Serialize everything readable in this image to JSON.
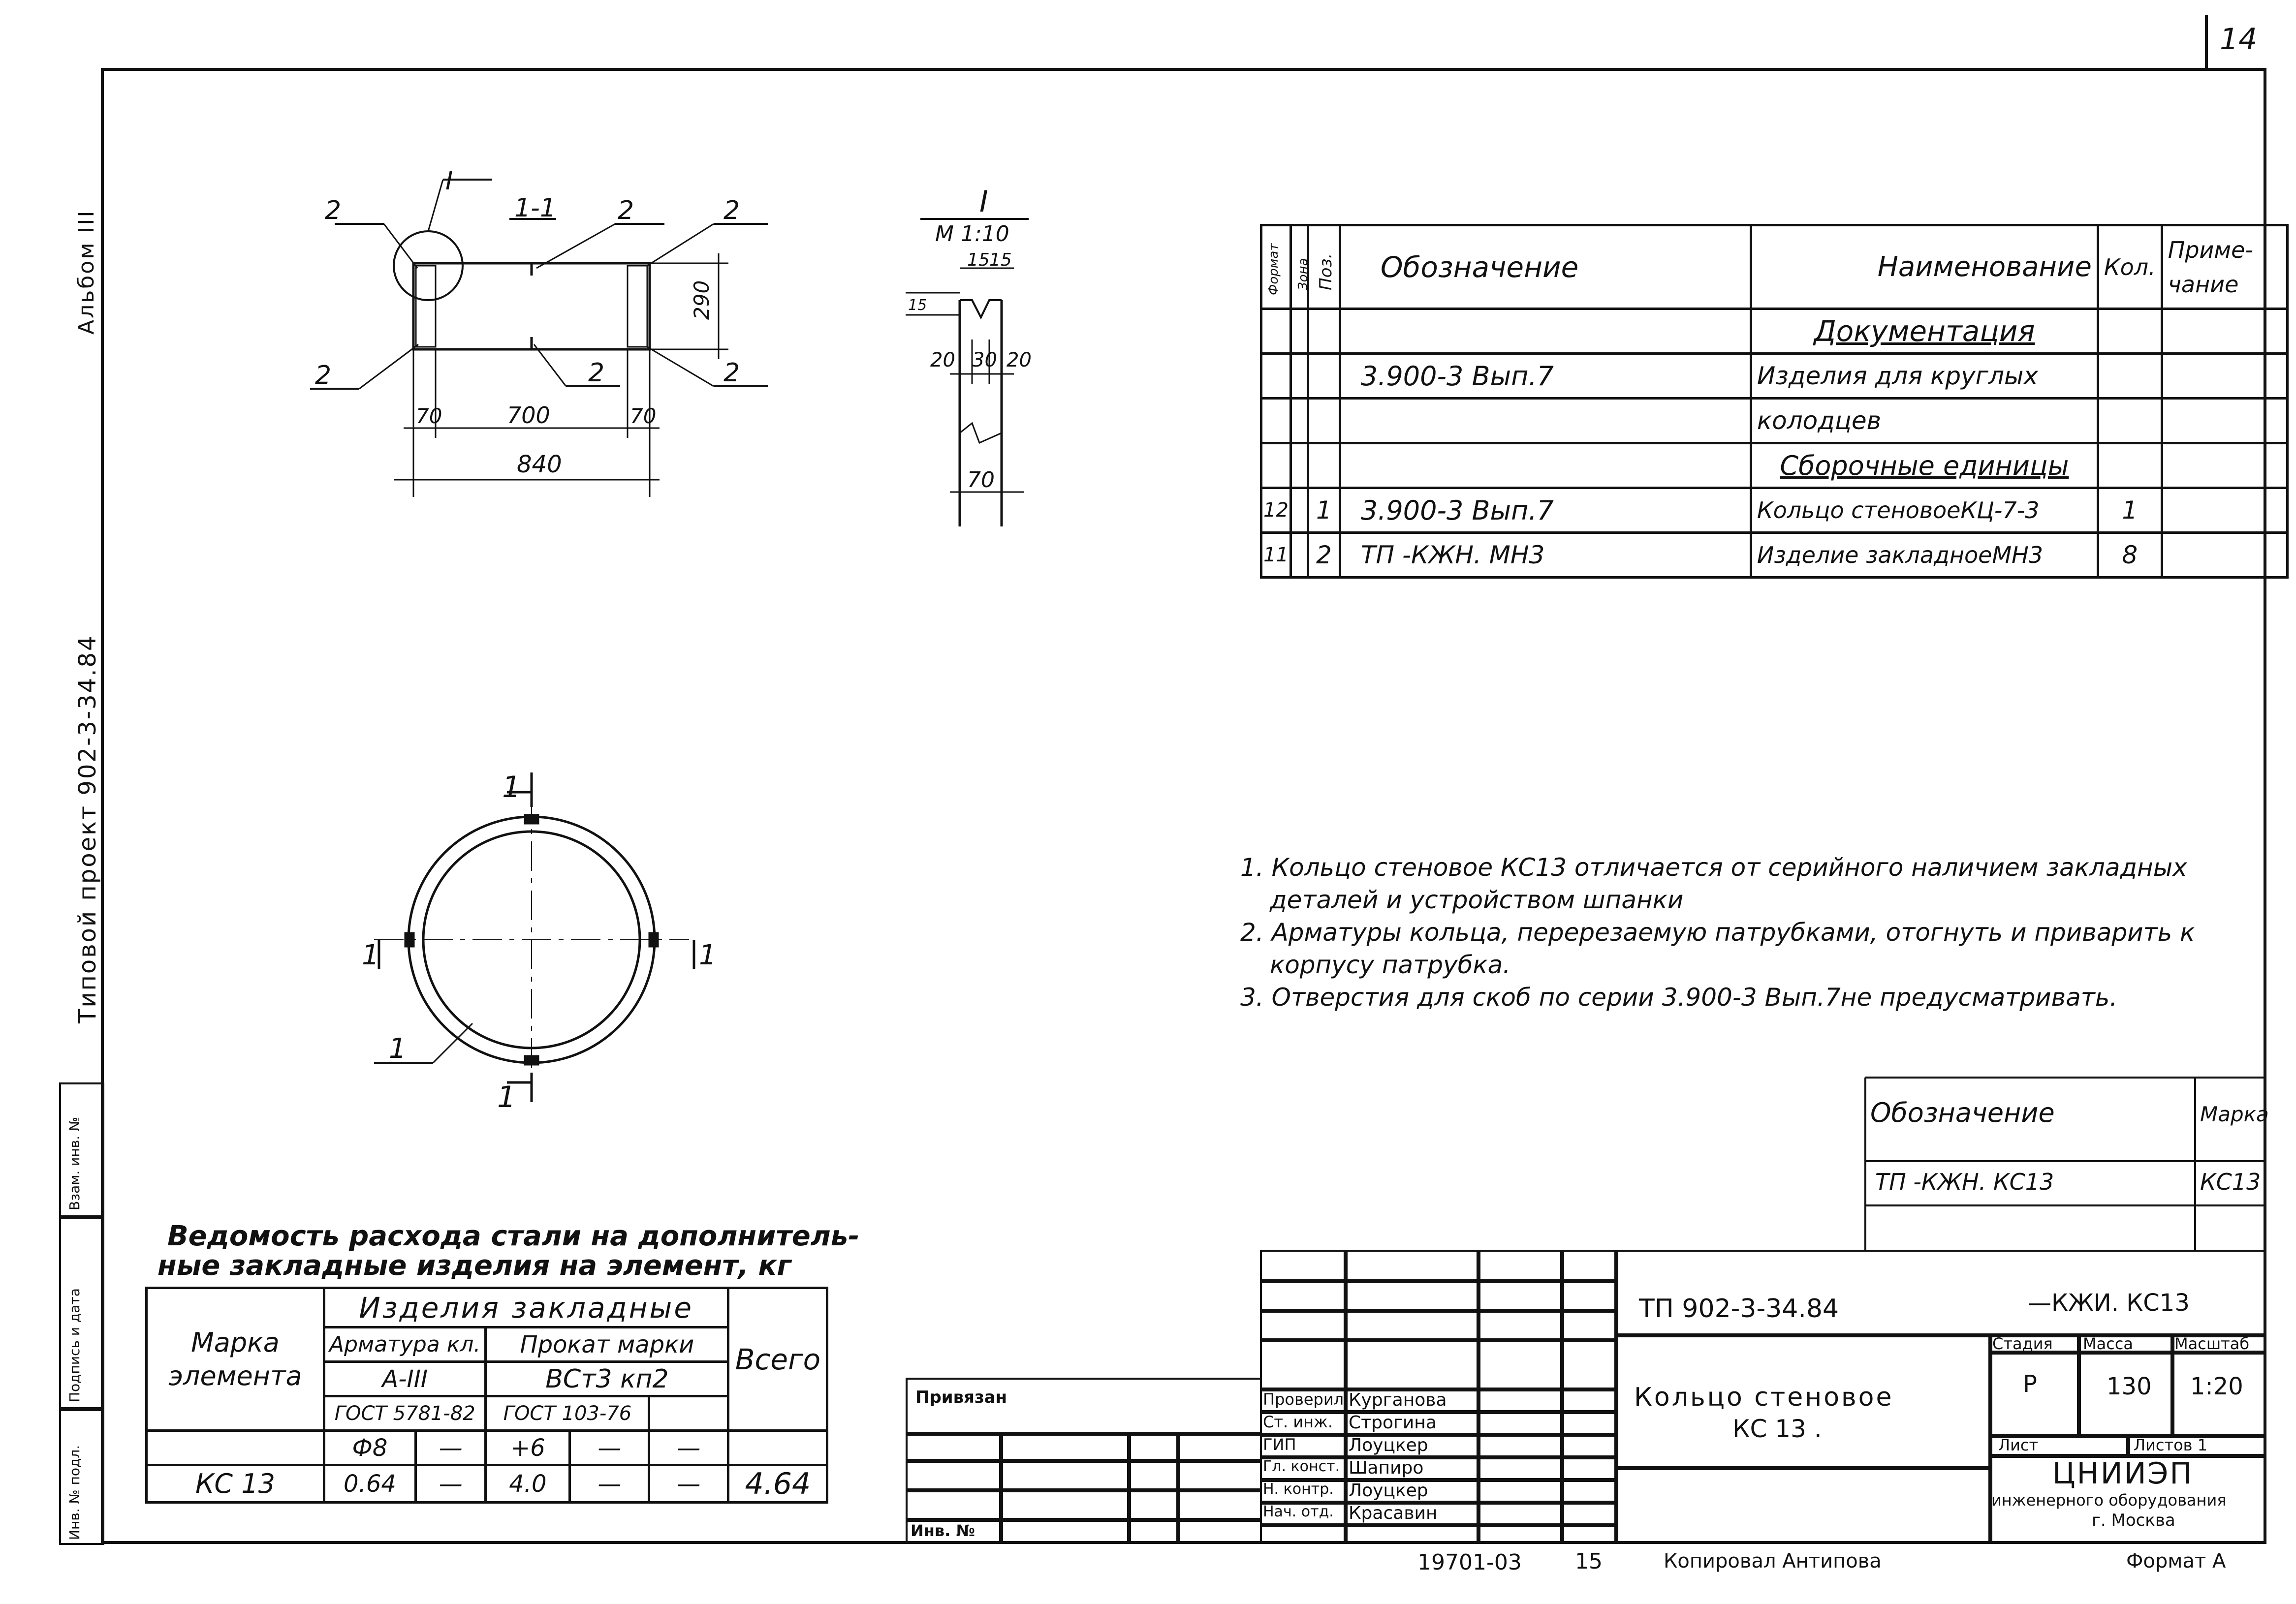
{
  "sheet_number": "14",
  "left_margin": {
    "album": "Альбом III",
    "project": "Типовой   проект   902-3-34.84",
    "stamp_cells": [
      "Инв. № подл.",
      "Подпись и дата",
      "Взам. инв. №"
    ]
  },
  "drawing": {
    "section_label": "1-1",
    "detail_label": "I",
    "detail_scale": "М 1:10",
    "dims": {
      "d70a": "70",
      "d700": "700",
      "d70b": "70",
      "d840": "840",
      "d290": "290",
      "det15a": "15",
      "det15b": "15",
      "det15c": "15",
      "det20a": "20",
      "det30": "30",
      "det20b": "20",
      "det70": "70"
    },
    "callouts": [
      "2",
      "2",
      "2",
      "2",
      "2",
      "2"
    ],
    "plan_cut_labels": [
      "1",
      "1",
      "1",
      "1"
    ],
    "plan_pos": "1"
  },
  "spec_table": {
    "headers": {
      "format": "Формат",
      "zone": "Зона",
      "pos": "Поз.",
      "designation": "Обозначение",
      "name": "Наименование",
      "qty": "Кол.",
      "note": "Приме-чание"
    },
    "section_docs": "Документация",
    "doc_row": {
      "designation": "3.900-3    Вып.7",
      "name1": "Изделия для круглых",
      "name2": "колодцев"
    },
    "section_units": "Сборочные единицы",
    "rows": [
      {
        "format": "12",
        "pos": "1",
        "designation": "3.900-3    Вып.7",
        "name": "Кольцо стеновоеКЦ-7-3",
        "qty": "1"
      },
      {
        "format": "11",
        "pos": "2",
        "designation": "ТП              -КЖН. МН3",
        "name": "Изделие закладноеМН3",
        "qty": "8"
      }
    ]
  },
  "notes": [
    "1. Кольцо стеновое КС13          отличается от серийного наличием закладных деталей и устройством шпанки",
    "2. Арматуры кольца, перерезаемую патрубками, отогнуть и приварить к корпусу патрубка.",
    "3. Отверстия для скоб по серии 3.900-3 Вып.7не предусматривать."
  ],
  "marks_table": {
    "header_designation": "Обозначение",
    "header_mark": "Марка",
    "row_designation": "ТП              -КЖН. КС13",
    "row_mark": "КС13"
  },
  "steel_table": {
    "title1": "Ведомость расхода стали на дополнитель-",
    "title2": "ные закладные изделия на элемент, кг",
    "mark_header": "Марка элемента",
    "group_header": "Изделия закладные",
    "rebar": "Арматура кл.",
    "rolled": "Прокат марки",
    "total": "Всего",
    "rebar_class": "А-III",
    "steel_grade": "ВСт3 кп2",
    "gost1": "ГОСТ 5781-82",
    "gost2": "ГОСТ 103-76",
    "phi": "Ф8",
    "dash": "—",
    "sz": "+6",
    "row": {
      "mark": "КС 13",
      "a": "0.64",
      "b": "—",
      "c": "4.0",
      "d": "—",
      "e": "—",
      "total": "4.64"
    }
  },
  "title_block": {
    "code": "ТП 902-3-34.84",
    "code_suffix": "—КЖИ.     КС13",
    "title1": "Кольцо стеновое",
    "title2": "КС 13 .",
    "stage_h": "Стадия",
    "mass_h": "Масса",
    "scale_h": "Масштаб",
    "stage": "Р",
    "mass": "130",
    "scale": "1:20",
    "sheet_h": "Лист",
    "sheets_h": "Листов 1",
    "org1": "ЦНИИЭП",
    "org2": "инженерного оборудования",
    "org3": "г. Москва",
    "privyazan": "Привязан",
    "inv": "Инв. №",
    "roles": [
      {
        "role": "Проверил",
        "name": "Курганова"
      },
      {
        "role": "Ст. инж.",
        "name": "Строгина"
      },
      {
        "role": "ГИП",
        "name": "Лоуцкер"
      },
      {
        "role": "Гл. конст.",
        "name": "Шапиро"
      },
      {
        "role": "Н. контр.",
        "name": "Лоуцкер"
      },
      {
        "role": "Нач. отд.",
        "name": "Красавин"
      }
    ]
  },
  "footer": {
    "code": "19701-03",
    "num": "15",
    "copied": "Копировал  Антипова",
    "format": "Формат А"
  }
}
